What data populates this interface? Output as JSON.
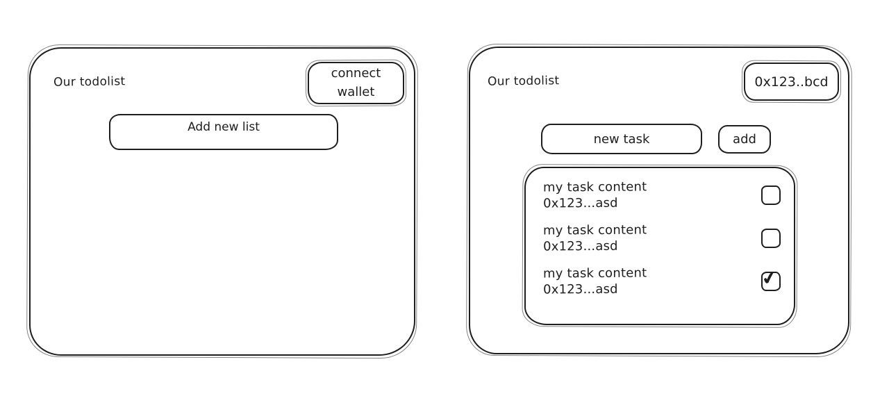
{
  "colors": {
    "stroke": "#1e1e1e",
    "background": "#ffffff"
  },
  "icons": {
    "check": "✔"
  },
  "left_panel": {
    "title": "Our todolist",
    "connect_wallet_label": "connect wallet",
    "add_new_list_label": "Add new list"
  },
  "right_panel": {
    "title": "Our todolist",
    "wallet_address_label": "0x123..bcd",
    "new_task_placeholder": "new task",
    "add_button_label": "add",
    "tasks": [
      {
        "content": "my task content",
        "address": "0x123...asd",
        "checked": false
      },
      {
        "content": "my task content",
        "address": "0x123...asd",
        "checked": false
      },
      {
        "content": "my task content",
        "address": "0x123...asd",
        "checked": true
      }
    ]
  }
}
